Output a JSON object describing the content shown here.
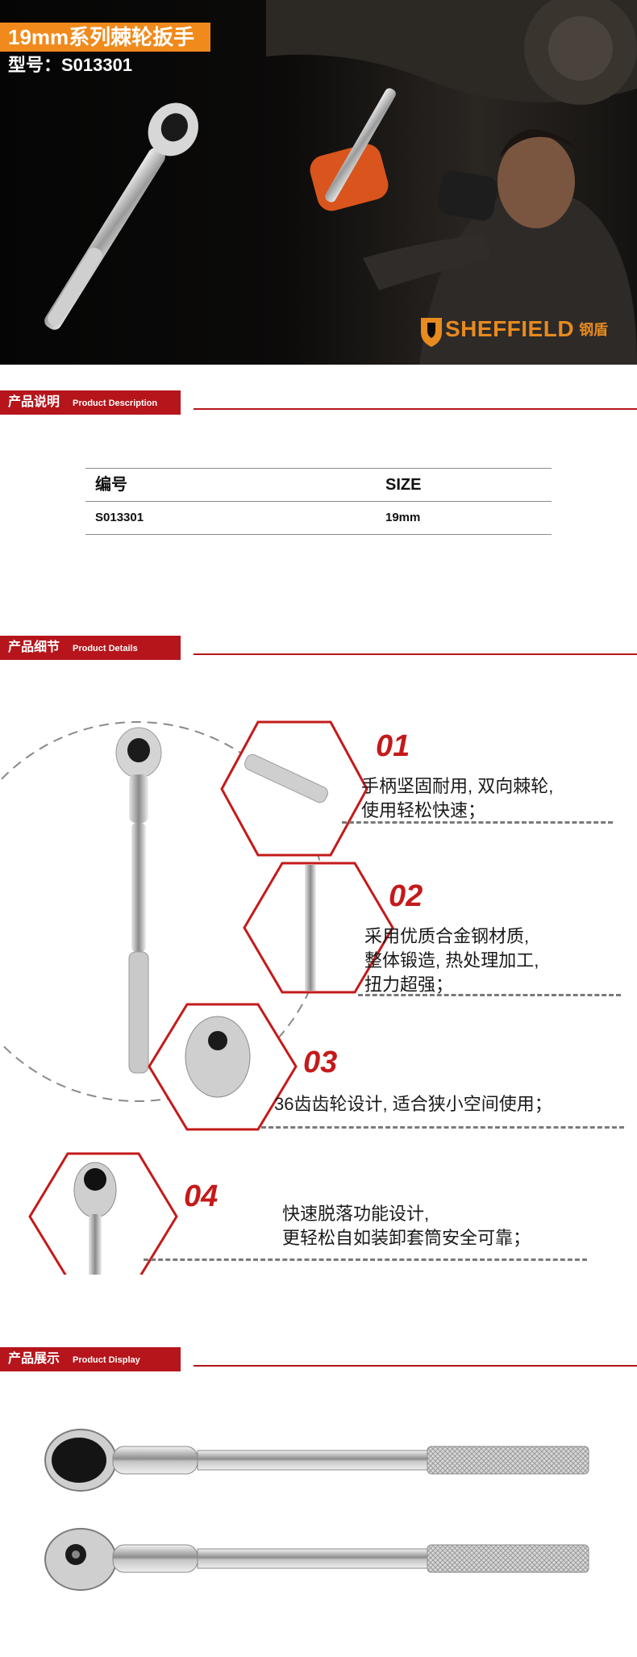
{
  "hero": {
    "title": "19mm系列棘轮扳手",
    "model_line": "型号：S013301",
    "brand_name": "SHEFFIELD",
    "brand_cn": "钢盾"
  },
  "sections": {
    "description": {
      "cn": "产品说明",
      "en": "Product Description"
    },
    "details": {
      "cn": "产品细节",
      "en": "Product Details"
    },
    "display": {
      "cn": "产品展示",
      "en": "Product Display"
    }
  },
  "spec_table": {
    "headers": [
      "编号",
      "SIZE"
    ],
    "rows": [
      [
        "S013301",
        "19mm"
      ]
    ]
  },
  "features": [
    {
      "num": "01",
      "text": "手柄坚固耐用, 双向棘轮,\n使用轻松快速；"
    },
    {
      "num": "02",
      "text": "采用优质合金钢材质,\n整体锻造, 热处理加工,\n扭力超强；"
    },
    {
      "num": "03",
      "text": "36齿齿轮设计, 适合狭小空间使用；"
    },
    {
      "num": "04",
      "text": "快速脱落功能设计,\n更轻松自如装卸套筒安全可靠；"
    }
  ],
  "colors": {
    "accent_red": "#b5151b",
    "feature_red": "#c41a1a",
    "brand_orange": "#f08a1c"
  }
}
